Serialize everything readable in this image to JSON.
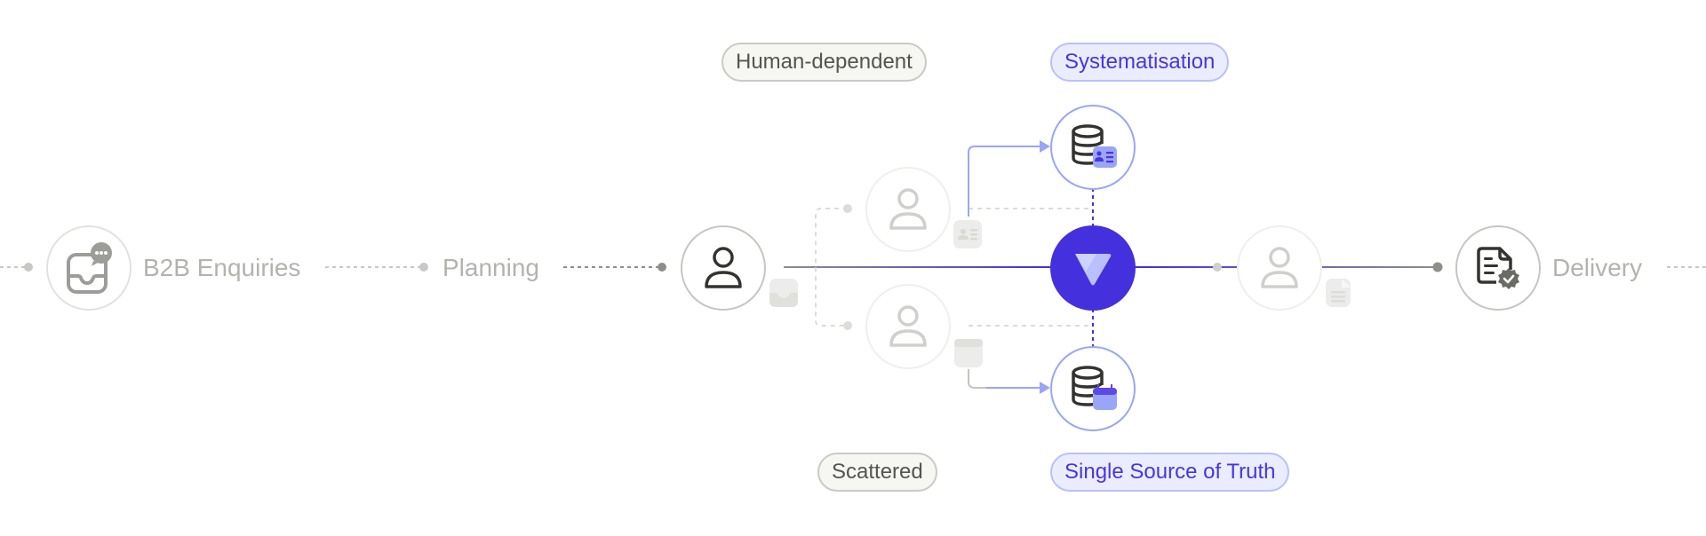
{
  "diagram": {
    "title": "Order flow: human-dependent vs systematised",
    "colors": {
      "accent": "#4530de",
      "accent_light": "#9aa5f8",
      "accent_bg": "#ebedff",
      "neutral_text": "#b3b3ae",
      "dark_icon": "#33332f",
      "muted_line": "#8e8e8a",
      "faded": "#d8d8d4"
    },
    "stages": [
      {
        "id": "b2b",
        "label": "B2B Enquiries",
        "icon": "inbox-chat-icon"
      },
      {
        "id": "planning",
        "label": "Planning",
        "icon": null
      },
      {
        "id": "person",
        "label": "",
        "icon": "person-icon"
      },
      {
        "id": "hub",
        "label": "",
        "icon": "brand-logo-icon"
      },
      {
        "id": "delivery",
        "label": "Delivery",
        "icon": "document-verified-icon"
      }
    ],
    "pills": {
      "human_dependent": "Human-dependent",
      "systematisation": "Systematisation",
      "scattered": "Scattered",
      "single_source": "Single Source of Truth"
    },
    "databases": [
      {
        "id": "db-contacts",
        "icon": "database-icon",
        "badge": "contact-card-icon"
      },
      {
        "id": "db-calendar",
        "icon": "database-icon",
        "badge": "calendar-icon"
      }
    ],
    "faded_people": [
      {
        "id": "person-contacts",
        "badge": "contact-card-icon"
      },
      {
        "id": "person-calendar",
        "badge": "calendar-icon"
      },
      {
        "id": "person-docs",
        "badge": "document-icon"
      }
    ]
  }
}
